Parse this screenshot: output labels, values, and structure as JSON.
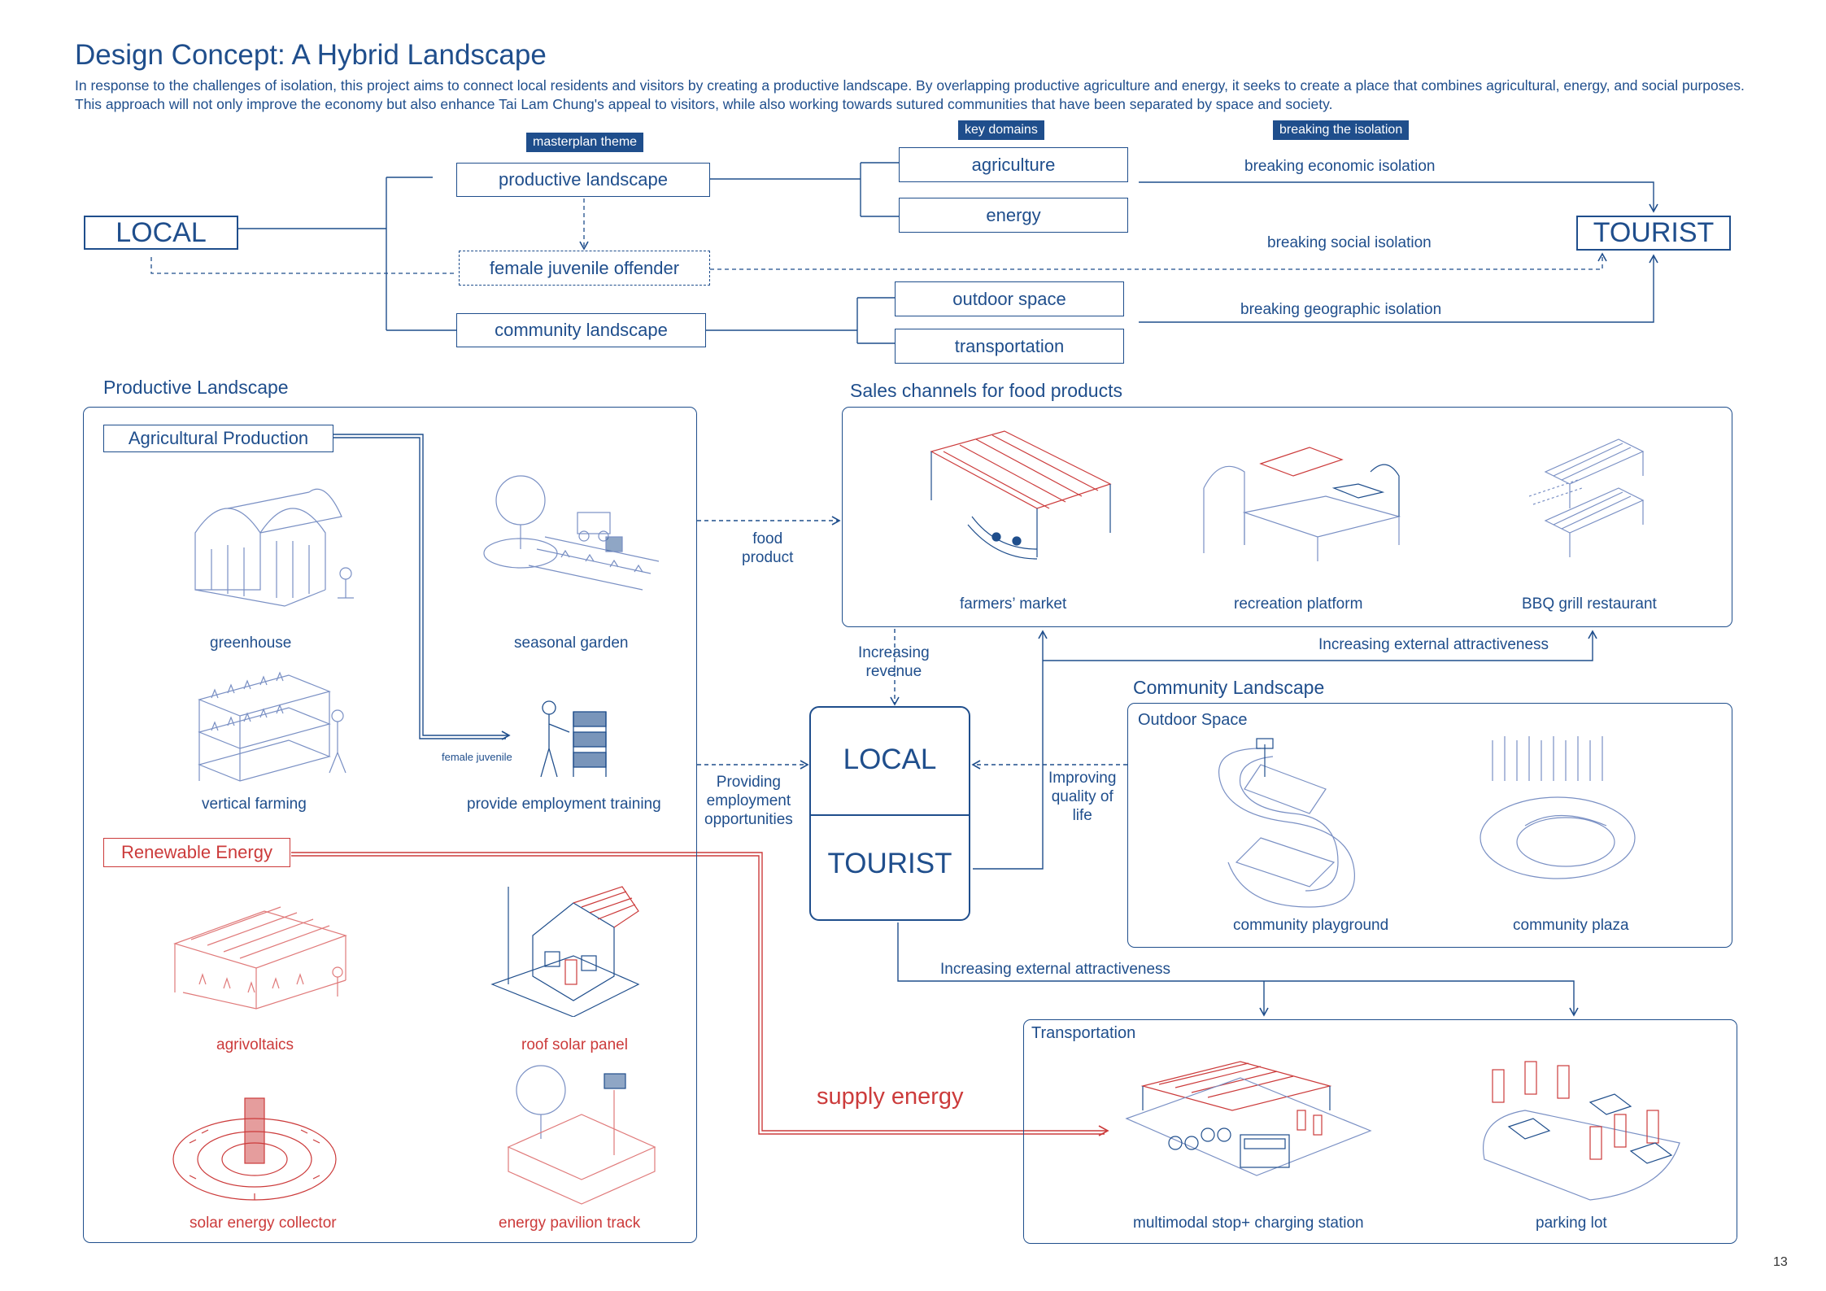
{
  "header": {
    "title": "Design Concept: A Hybrid Landscape",
    "intro": "In response to the challenges of isolation, this project aims to connect local residents and visitors by creating a productive landscape. By overlapping productive agriculture and energy, it seeks to create a place that combines agricultural, energy, and social purposes. This approach will not only improve the economy but also enhance Tai Lam Chung's appeal to visitors, while also working towards sutured communities that have been separated by space and society."
  },
  "concept_map": {
    "tags": {
      "masterplan": "masterplan theme",
      "domains": "key domains",
      "breaking": "breaking the isolation"
    },
    "local": "LOCAL",
    "tourist": "TOURIST",
    "productive": "productive landscape",
    "female": "female juvenile offender",
    "community": "community landscape",
    "agriculture": "agriculture",
    "energy": "energy",
    "outdoor": "outdoor space",
    "transportation": "transportation",
    "economic": "breaking economic isolation",
    "social": "breaking social isolation",
    "geographic": "breaking geographic isolation"
  },
  "productive_panel": {
    "heading": "Productive Landscape",
    "agri_label": "Agricultural Production",
    "energy_label": "Renewable Energy",
    "items": [
      "greenhouse",
      "seasonal garden",
      "vertical farming",
      "provide employment training"
    ],
    "female_note": "female juvenile",
    "energy_items": [
      "agrivoltaics",
      "roof solar panel",
      "solar energy collector",
      "energy pavilion track"
    ]
  },
  "sales_panel": {
    "heading": "Sales channels for food products",
    "items": [
      "farmers’ market",
      "recreation platform",
      "BBQ grill restaurant"
    ]
  },
  "center": {
    "local": "LOCAL",
    "tourist": "TOURIST",
    "food_product": "food\nproduct",
    "increasing_revenue": "Increasing\nrevenue",
    "providing": "Providing\nemployment\nopportunities",
    "improving": "Improving\nquality of\nlife",
    "ext_attr_top": "Increasing external attractiveness",
    "ext_attr_bottom": "Increasing external attractiveness",
    "supply_energy": "supply energy"
  },
  "community_panel": {
    "heading": "Community Landscape",
    "sub": "Outdoor Space",
    "items": [
      "community playground",
      "community plaza"
    ]
  },
  "transport_panel": {
    "sub": "Transportation",
    "items": [
      "multimodal stop+ charging station",
      "parking lot"
    ]
  },
  "page_number": "13",
  "colors": {
    "blue": "#1f4e8c",
    "red": "#cc3b3b"
  }
}
